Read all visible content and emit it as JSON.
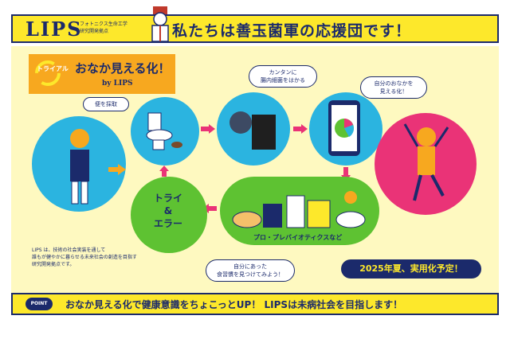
{
  "header": {
    "logo": "LIPS",
    "lab_name_line1": "フォトニクス生命工学",
    "lab_name_line2": "研究開発拠点",
    "headline": "私たちは善玉菌軍の応援団です！"
  },
  "trial": {
    "tag": "トライアル",
    "title": "おなか見える化！",
    "byline": "by LIPS"
  },
  "steps": [
    {
      "label": "便を採取"
    },
    {
      "label": "カンタンに\n腸内細菌をはかる"
    },
    {
      "label": "自分のおなかを\n見える化！"
    }
  ],
  "food": {
    "caption": "プロ・プレバイオティクスなど"
  },
  "habit_bubble": "自分にあった\n食習慣を見つけてみよう！",
  "trial_error": "トライ\n&\nエラー",
  "note": "LIPS は、技術の社会実装を通して\n誰もが健やかに暮らせる未来社会の創造を目指す\n研究開発拠点です。",
  "launch": "2025年夏、実用化予定！",
  "bottom": {
    "point": "POINT",
    "text": "おなか見える化で健康意識をちょこっとUP！ LIPSは未病社会を目指します！"
  },
  "colors": {
    "navy": "#1b2a6b",
    "yellow": "#fde82b",
    "cyan": "#2bb4e0",
    "green": "#5ec232",
    "pink": "#ea3377",
    "orange": "#f7a81f"
  }
}
